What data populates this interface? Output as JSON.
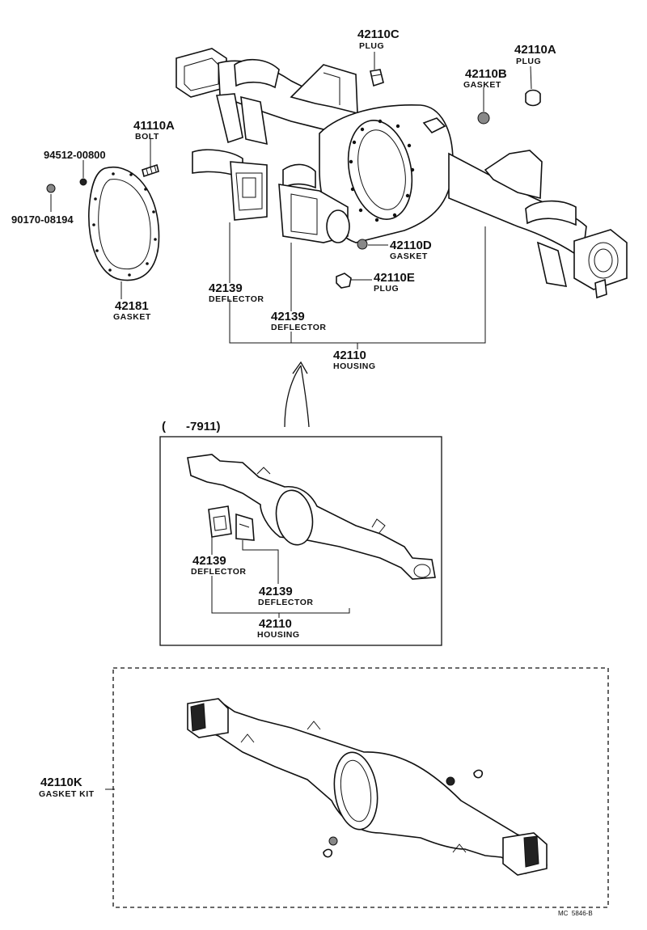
{
  "callouts": {
    "c42110C": {
      "no": "42110C",
      "name": "PLUG"
    },
    "c42110A": {
      "no": "42110A",
      "name": "PLUG"
    },
    "c42110B": {
      "no": "42110B",
      "name": "GASKET"
    },
    "c41110A": {
      "no": "41110A",
      "name": "BOLT"
    },
    "c94512": {
      "no": "94512-00800"
    },
    "c90170": {
      "no": "90170-08194"
    },
    "c42181": {
      "no": "42181",
      "name": "GASKET"
    },
    "c42110D": {
      "no": "42110D",
      "name": "GASKET"
    },
    "c42110E": {
      "no": "42110E",
      "name": "PLUG"
    },
    "c42139a": {
      "no": "42139",
      "name": "DEFLECTOR"
    },
    "c42139b": {
      "no": "42139",
      "name": "DEFLECTOR"
    },
    "c42110": {
      "no": "42110",
      "name": "HOUSING"
    }
  },
  "inset": {
    "range": "(      -7911)",
    "c42139a": {
      "no": "42139",
      "name": "DEFLECTOR"
    },
    "c42139b": {
      "no": "42139",
      "name": "DEFLECTOR"
    },
    "c42110": {
      "no": "42110",
      "name": "HOUSING"
    }
  },
  "kit": {
    "no": "42110K",
    "name": "GASKET KIT"
  },
  "footer": {
    "code": "MC  5846-B"
  }
}
